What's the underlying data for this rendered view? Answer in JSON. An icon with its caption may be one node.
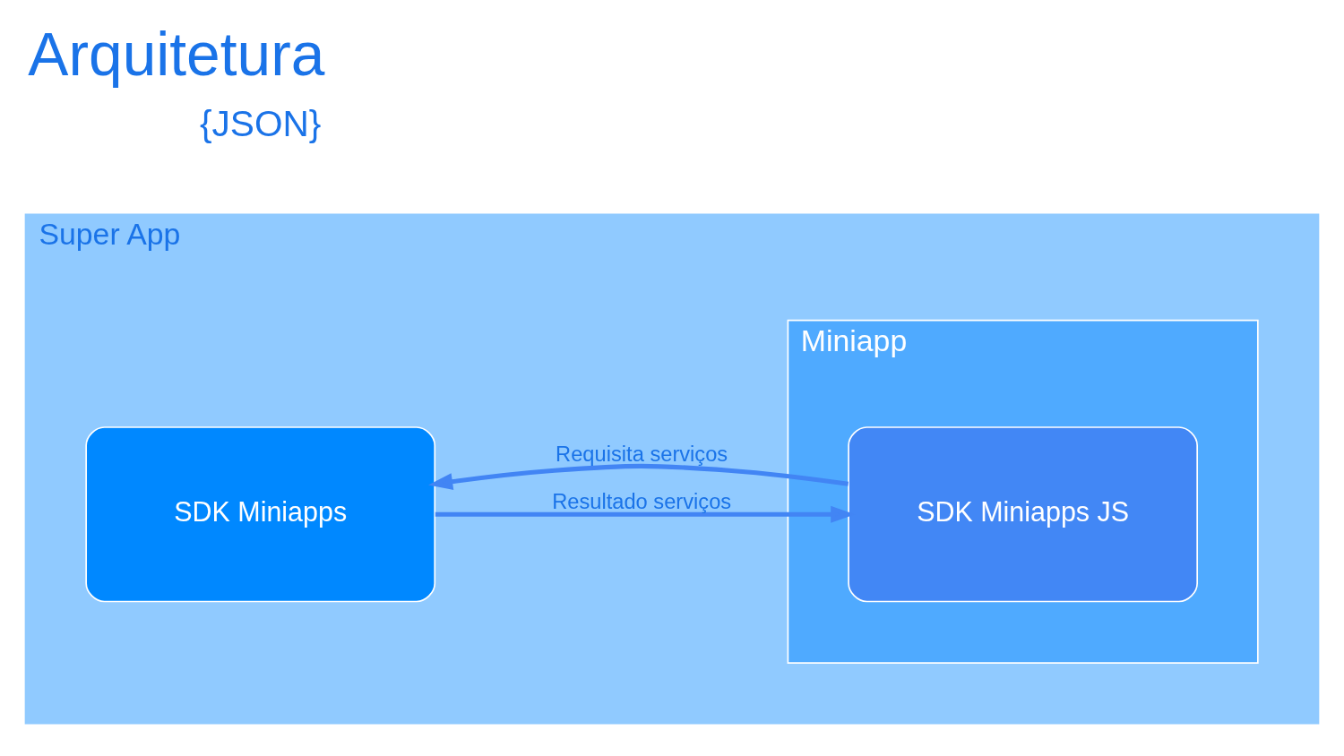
{
  "diagram": {
    "title": "Arquitetura",
    "nodes": [
      {
        "text": [
          "Super App"
        ]
      },
      {
        "text": [
          "SDK Miniapps"
        ],
        "in": 0
      },
      {
        "text": [
          "Miniapp"
        ],
        "in": 0
      },
      {
        "text": [
          "SDK Miniapps JS"
        ],
        "in": 2
      }
    ],
    "edges": [
      {
        "from": 3,
        "to": 1,
        "arrow": "to",
        "label": "Requisita serviços"
      },
      {
        "from": 1,
        "to": 3,
        "arrow": "to",
        "label": "Resultado serviços"
      }
    ],
    "labels": [
      "{JSON}"
    ]
  }
}
